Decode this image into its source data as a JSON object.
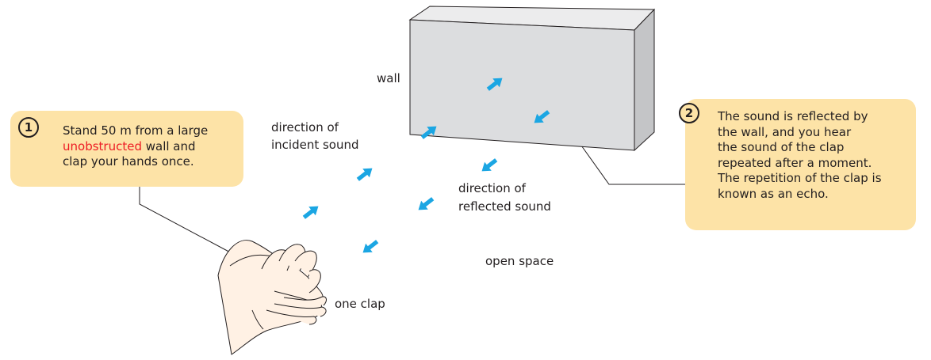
{
  "wall_label": "wall",
  "incident_label_1": "direction of",
  "incident_label_2": "incident sound",
  "reflected_label_1": "direction of",
  "reflected_label_2": "reflected sound",
  "open_space_label": "open space",
  "clap_label": "one clap",
  "step1": {
    "number": "1",
    "line1": "Stand 50 m from a large",
    "line2_highlight": "unobstructed",
    "line2_rest": " wall and",
    "line3": "clap your hands once."
  },
  "step2": {
    "number": "2",
    "lines": [
      "The sound is reflected by",
      "the wall, and you hear",
      "the sound of the clap",
      "repeated after a moment.",
      "The repetition of the clap is",
      "known as an echo."
    ]
  },
  "colors": {
    "arrow": "#1ba6e3",
    "wall_front": "#dcdddf",
    "wall_top": "#ececed",
    "wall_side": "#c4c5c7",
    "callout": "#fde3a7",
    "highlight": "#ed1c24",
    "skin": "#fff1e4"
  },
  "icons": {
    "arrows": "arrow-icon",
    "hands": "clapping-hands-icon"
  }
}
